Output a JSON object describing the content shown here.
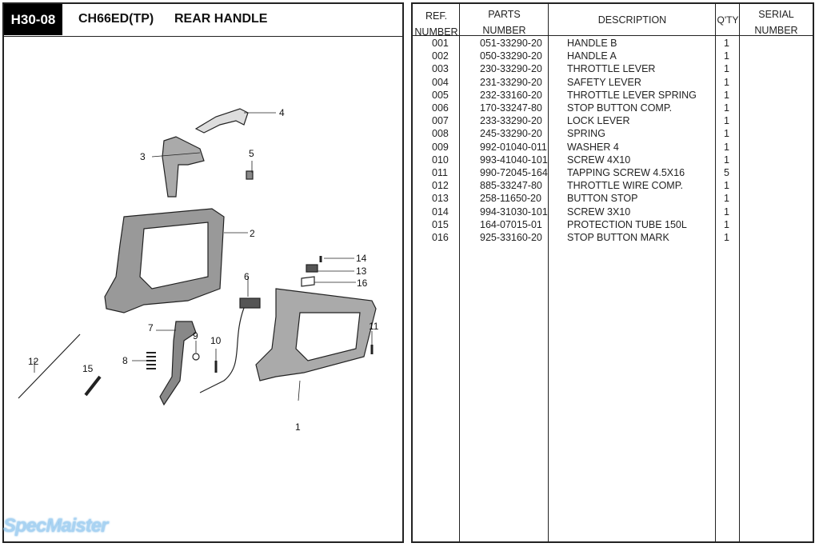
{
  "header": {
    "code": "H30-08",
    "model": "CH66ED(TP)",
    "title": "REAR HANDLE"
  },
  "watermark": "SpecMaister",
  "diagram": {
    "callouts": [
      "1",
      "2",
      "3",
      "4",
      "5",
      "6",
      "7",
      "8",
      "9",
      "10",
      "11",
      "12",
      "13",
      "14",
      "15",
      "16"
    ]
  },
  "table": {
    "headers": {
      "ref": [
        "REF.",
        "NUMBER"
      ],
      "parts": [
        "PARTS",
        "NUMBER"
      ],
      "desc": "DESCRIPTION",
      "qty": "Q'TY",
      "serial": [
        "SERIAL",
        "NUMBER"
      ]
    },
    "rows": [
      {
        "ref": "001",
        "part": "051-33290-20",
        "desc": "HANDLE B",
        "qty": "1"
      },
      {
        "ref": "002",
        "part": "050-33290-20",
        "desc": "HANDLE A",
        "qty": "1"
      },
      {
        "ref": "003",
        "part": "230-33290-20",
        "desc": "THROTTLE LEVER",
        "qty": "1"
      },
      {
        "ref": "004",
        "part": "231-33290-20",
        "desc": "SAFETY LEVER",
        "qty": "1"
      },
      {
        "ref": "005",
        "part": "232-33160-20",
        "desc": "THROTTLE LEVER SPRING",
        "qty": "1"
      },
      {
        "ref": "006",
        "part": "170-33247-80",
        "desc": "STOP BUTTON COMP.",
        "qty": "1"
      },
      {
        "ref": "007",
        "part": "233-33290-20",
        "desc": "LOCK LEVER",
        "qty": "1"
      },
      {
        "ref": "008",
        "part": "245-33290-20",
        "desc": "SPRING",
        "qty": "1"
      },
      {
        "ref": "009",
        "part": "992-01040-011",
        "desc": "WASHER 4",
        "qty": "1"
      },
      {
        "ref": "010",
        "part": "993-41040-101",
        "desc": "SCREW 4X10",
        "qty": "1"
      },
      {
        "ref": "011",
        "part": "990-72045-164",
        "desc": "TAPPING SCREW 4.5X16",
        "qty": "5"
      },
      {
        "ref": "012",
        "part": "885-33247-80",
        "desc": "THROTTLE WIRE COMP.",
        "qty": "1"
      },
      {
        "ref": "013",
        "part": "258-11650-20",
        "desc": "BUTTON STOP",
        "qty": "1"
      },
      {
        "ref": "014",
        "part": "994-31030-101",
        "desc": "SCREW 3X10",
        "qty": "1"
      },
      {
        "ref": "015",
        "part": "164-07015-01",
        "desc": "PROTECTION TUBE 150L",
        "qty": "1"
      },
      {
        "ref": "016",
        "part": "925-33160-20",
        "desc": "STOP BUTTON MARK",
        "qty": "1"
      }
    ]
  }
}
